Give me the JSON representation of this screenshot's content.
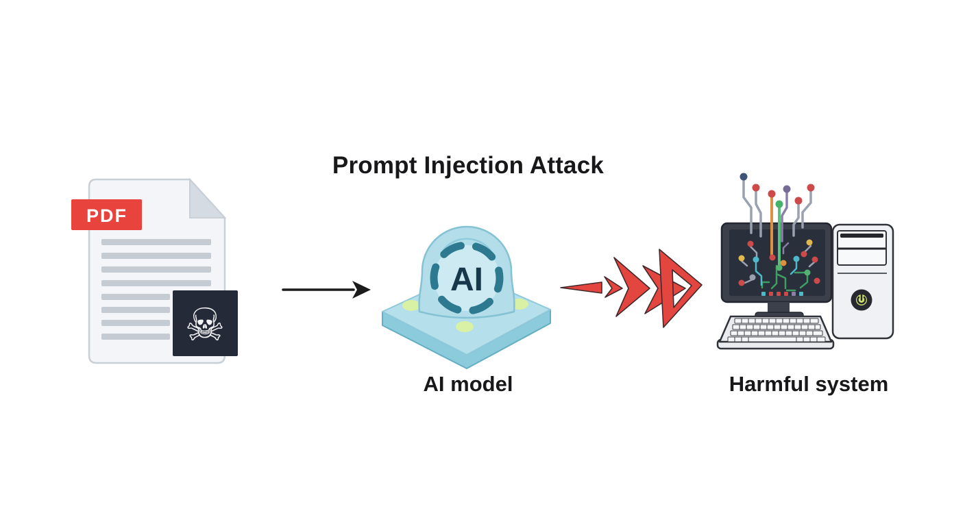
{
  "title": "Prompt Injection Attack",
  "diagram": {
    "source": {
      "icon": "malicious-pdf-icon",
      "file_type_label": "PDF",
      "skull_glyph": "☠"
    },
    "flow_arrow": {
      "icon": "right-arrow-icon"
    },
    "model": {
      "icon": "ai-chip-icon",
      "chip_label": "AI",
      "caption": "AI model"
    },
    "attack_arrow": {
      "icon": "red-attack-arrows-icon"
    },
    "target": {
      "icon": "compromised-computer-icon",
      "caption": "Harmful system"
    }
  },
  "colors": {
    "background": "#ffffff",
    "text": "#18181b",
    "pdf_tag_red": "#e8433c",
    "document_fill": "#f3f5f8",
    "document_edge": "#c9cfd7",
    "document_lines": "#c5cbd3",
    "skull_badge_bg": "#252a38",
    "skull_glyph_white": "#f3f4f6",
    "arrow_black": "#1b1b1b",
    "attack_red": "#e2463f",
    "attack_outline": "#42282c",
    "platform_top": "#b5dfeb",
    "platform_side": "#8ccbdb",
    "platform_dot_green": "#d9f1a4",
    "dome_fill": "#b2dde9",
    "dome_inner": "#cdeaf2",
    "ring_dash_teal": "#2d7a90",
    "ai_text": "#17384a",
    "monitor_frame": "#3b404b",
    "screen_bg": "#2a2f3c",
    "keyboard_fill": "#e9ebee",
    "tower_fill": "#f0f1f4",
    "power_lime": "#cfe36d",
    "circuit_green": "#3f9e63",
    "circuit_teal": "#4fb8c9",
    "circuit_red": "#cc4a4a",
    "circuit_orange": "#dd9140",
    "circuit_purple": "#8b7fa8",
    "circuit_gray": "#9aa1b1",
    "circuit_yellow": "#e0b84e",
    "circuit_navy": "#3f537a"
  }
}
